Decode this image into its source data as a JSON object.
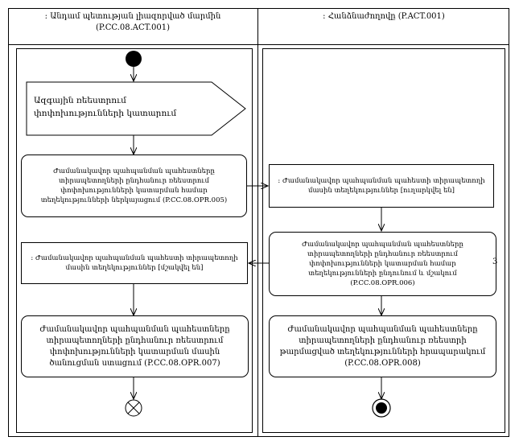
{
  "lanes": {
    "left_title_line1": ": Անդամ պետության լիազորված մարմին",
    "left_title_line2": "(P.CC.08.ACT.001)",
    "right_title": ": Հանձնաժողովը (P.ACT.001)"
  },
  "nodes": {
    "signal": "Ազգային ռեեստրում փոփոխությունների կատարում",
    "left_request": "Ժամանակավոր պահպանման պահեստները տիրապետողների ընդհանուր ռեեստրում փոփոխությունների կատարման համար տեղեկությունների ներկայացում (P.CC.08.OPR.005)",
    "right_received": ": Ժամանակավոր պահպանման պահեստի տիրապետողի մասին տեղեկություններ [ուղարկվել են]",
    "right_accept": "Ժամանակավոր պահպանման պահեստները տիրապետողների ընդհանուր ռեեստրում փոփոխությունների կատարման համար տեղեկությունների ընդունում և մշակում (P.CC.08.OPR.006)",
    "left_processed": ": Ժամանակավոր պահպանման պահեստի տիրապետողի մասին տեղեկություններ [մշակվել են]",
    "left_notify": "Ժամանակավոր պահպանման պահեստները տիրապետողների ընդհանուր ռեեստրում փոփոխությունների կատարման մասին ծանուցման ստացում (P.CC.08.OPR.007)",
    "right_publish": "Ժամանակավոր պահպանման պահեստները տիրապետողների ընդհանուր ռեեստրի թարմացված տեղեկությունների հրապարակում (P.CC.08.OPR.008)",
    "stray_mark": "3"
  }
}
